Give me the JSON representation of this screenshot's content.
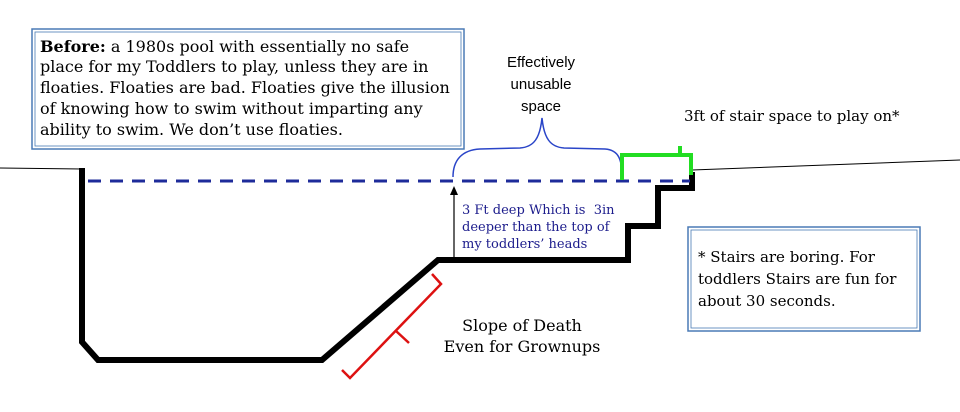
{
  "before_box": {
    "lead": "Before:",
    "lines": [
      " a 1980s pool with essentially no safe",
      "place for my Toddlers to play, unless they are in",
      "floaties. Floaties are bad. Floaties give the illusion",
      "of knowing how to swim without imparting any",
      "ability to swim. We don’t use floaties."
    ]
  },
  "unusable_label": [
    "Effectively",
    "unusable",
    "space"
  ],
  "stair_label": "3ft of stair space to play on*",
  "depth_label": [
    "3 Ft deep Which is  3in",
    "deeper than the top of",
    "my toddlers’ heads"
  ],
  "stairs_note": [
    "* Stairs are boring. For",
    "toddlers Stairs are fun for",
    "about 30 seconds."
  ],
  "slope_label": [
    "Slope of Death",
    "Even for Grownups"
  ],
  "colors": {
    "box_border": "#4a7ab5",
    "water_line": "#1e2b9a",
    "brace_blue": "#2a45c8",
    "brace_green": "#22dd22",
    "slope_red": "#dd1111",
    "depth_text": "#1c1c8c",
    "pool_wall": "#000000"
  }
}
